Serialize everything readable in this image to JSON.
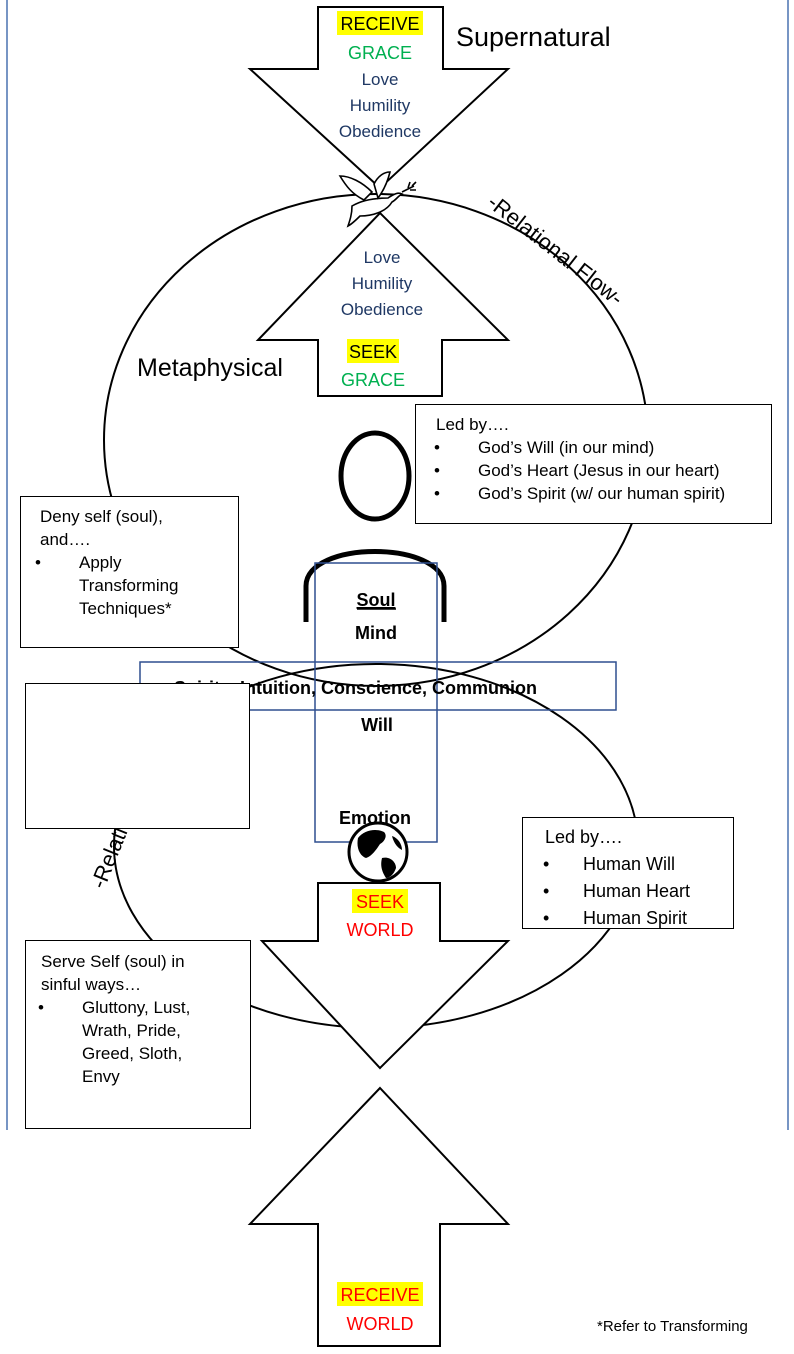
{
  "top_arrow": {
    "highlight": "RECEIVE",
    "grace": "GRACE",
    "virtues": [
      "Love",
      "Humility",
      "Obedience"
    ]
  },
  "supernatural_label": "Supernatural",
  "upper_arrow": {
    "virtues": [
      "Love",
      "Humility",
      "Obedience"
    ],
    "highlight": "SEEK",
    "grace": "GRACE"
  },
  "relational_flow_upper": "-Relational Flow-",
  "relational_flow_lower": "-Relational Flow-",
  "metaphysical_label": "Metaphysical",
  "led_by_god": {
    "heading": "Led by….",
    "items": [
      "God’s Will (in our mind)",
      "God’s Heart (Jesus in our heart)",
      "God’s Spirit (w/ our human spirit)"
    ]
  },
  "deny_self": {
    "heading_lines": [
      "Deny self (soul),",
      "and…."
    ],
    "items": [
      "Apply Transforming Techniques*"
    ]
  },
  "soul_column": {
    "soul": "Soul",
    "mind": "Mind",
    "will": "Will",
    "emotion": "Emotion"
  },
  "spirit_bar": {
    "spirit": "Spirit",
    "text": "Intuition, Conscience, Communion"
  },
  "led_by_human": {
    "heading": "Led by….",
    "items": [
      "Human Will",
      "Human Heart",
      "Human Spirit"
    ]
  },
  "serve_self": {
    "heading_lines": [
      "Serve Self (soul) in",
      "sinful ways…"
    ],
    "items": [
      "Gluttony, Lust, Wrath, Pride, Greed, Sloth, Envy"
    ]
  },
  "lower_arrow": {
    "highlight": "SEEK",
    "world": "WORLD"
  },
  "bottom_arrow": {
    "highlight": "RECEIVE",
    "world": "WORLD"
  },
  "footnote": "*Refer to Transforming",
  "colors": {
    "navy": "#1f3864",
    "green": "#00b050",
    "red": "#ff0000",
    "highlight": "#ffff00",
    "page_border": "#4a72b0",
    "bar_border": "#2f4f8f"
  }
}
